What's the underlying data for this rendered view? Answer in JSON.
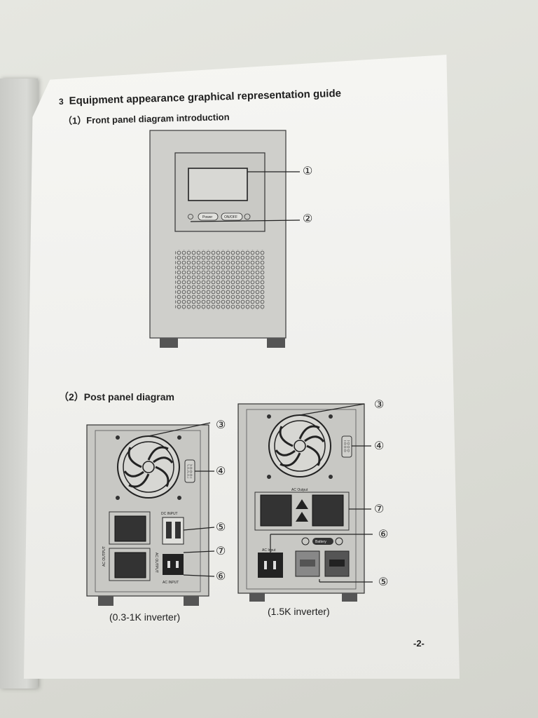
{
  "section": {
    "number": "3",
    "title": "Equipment appearance graphical representation guide"
  },
  "front": {
    "heading": "（1）Front panel diagram introduction",
    "power_label": "Power",
    "onoff_label": "ON/OFF",
    "callout_display": "①",
    "callout_buttons": "②"
  },
  "post": {
    "heading": "（2）Post panel diagram",
    "small": {
      "caption": "(0.3-1K inverter)",
      "dc_input": "DC INPUT",
      "ac_output": "AC OUTPUT",
      "ac_input": "AC INPUT",
      "callout_fan": "③",
      "callout_port": "④",
      "callout_breaker": "⑤",
      "callout_acin": "⑦",
      "callout_socket": "⑥"
    },
    "large": {
      "caption": "(1.5K inverter)",
      "ac_output": "AC Output",
      "ac_input": "AC Input",
      "battery": "Battery",
      "callout_fan": "③",
      "callout_port": "④",
      "callout_outputs": "⑦",
      "callout_acin": "⑥",
      "callout_terminals": "⑤"
    }
  },
  "page_number": "-2-"
}
